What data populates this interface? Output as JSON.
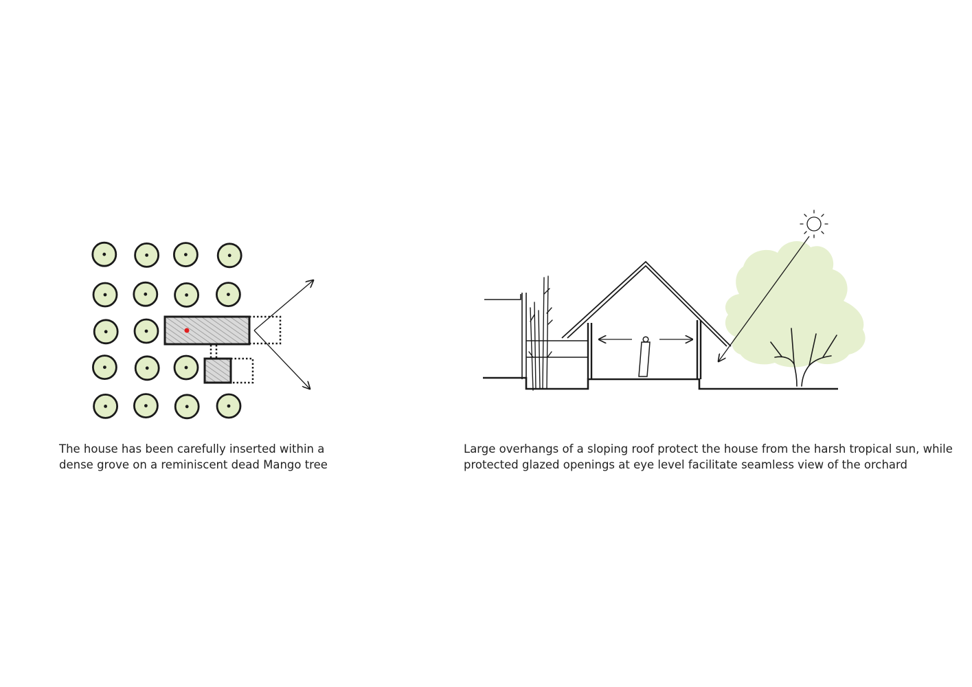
{
  "colors": {
    "ink": "#1a1a1a",
    "tree_fill": "#e3eec8",
    "canopy_fill": "#e6f0cf",
    "hatch_fill": "#b9b9b9",
    "mango_tree_marker": "#e02020"
  },
  "site_plan": {
    "tree_icon": "circle-tree-icon",
    "dead_mango_tree_icon": "red-dot-icon"
  },
  "section": {
    "sun_icon": "sun-icon"
  },
  "captions": {
    "left": {
      "line1": "The house has been carefully inserted within a",
      "line2": "dense grove on a reminiscent dead Mango tree"
    },
    "right": {
      "line1": "Large overhangs of a sloping roof protect the house from the harsh tropical sun, while",
      "line2": "protected glazed openings at eye level facilitate seamless view of the orchard"
    }
  }
}
